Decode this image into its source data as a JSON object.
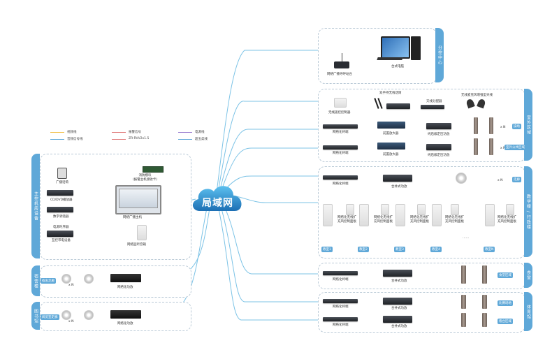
{
  "network": {
    "label": "局域网"
  },
  "legend": [
    {
      "label": "视频线",
      "color": "#f2c14e"
    },
    {
      "label": "音频信号线",
      "color": "#5fa8d8"
    },
    {
      "label": "报警信号",
      "color": "#e07b7b"
    },
    {
      "label": "ZR-RVV2x1.5",
      "color": "#e07b7b"
    },
    {
      "label": "电源线",
      "color": "#9b7fd1"
    },
    {
      "label": "超五类线",
      "color": "#5fa8d8"
    }
  ],
  "zones": {
    "control": {
      "tab": "分控中心",
      "paging_station": "网络广播寻呼站台",
      "pc": "台式电脑"
    },
    "office": {
      "tab": "室外区域",
      "wireless_receiver": "无线遥控控制器",
      "wireless_mic": "双手持无线话筒",
      "splitter": "天线分配器",
      "dual_antenna": "无线麦克风增强型天线",
      "terminal1": "网络化终端",
      "terminal2": "网络化终端",
      "mixer1": "前置放大器",
      "mixer2": "前置放大器",
      "amp1": "纯后级定压功放",
      "amp2": "纯后级定压功放",
      "count1": "x N",
      "count2": "x N",
      "badge1": "操场",
      "badge2": "室外公共区域"
    },
    "teaching": {
      "tab": "教学楼 / 行政楼",
      "terminal": "网络化终端",
      "amp": "合并式功放",
      "count": "x N",
      "badge": "走廊",
      "classroom_label": "网络化无线扩\n充风控制面板",
      "dots": "……",
      "classrooms": [
        "教室1",
        "教室2",
        "教室3",
        "教室4",
        "教室N"
      ]
    },
    "canteen": {
      "tab": "食堂",
      "terminal": "网络化终端",
      "amp": "合并式功放",
      "badge": "食堂区域"
    },
    "gym": {
      "tab": "体育馆",
      "terminal1": "网络化终端",
      "amp1": "合并式功放",
      "badge1": "比赛场地",
      "terminal2": "网络化终端",
      "amp2": "合并式功放",
      "badge2": "看台区域"
    },
    "main_control": {
      "tab": "主控机房设备",
      "mic": "广播话筒",
      "fire_module": "消防模块\n(报警主机接收卡)",
      "cd_player": "CD/DVD播放器",
      "tuner": "数字调谐器",
      "power_seq": "电源时序器",
      "power_seq2": "互控带电设备",
      "host": "网络广播主机",
      "terminal_speaker": "网络监听音箱"
    },
    "dorm": {
      "tab": "宿舍楼",
      "badge": "宿舍走廊",
      "count": "x N",
      "amp": "网络化功放"
    },
    "library": {
      "tab": "图书馆",
      "badge": "阅览室走廊",
      "count": "x N",
      "amp": "网络化功放"
    }
  }
}
